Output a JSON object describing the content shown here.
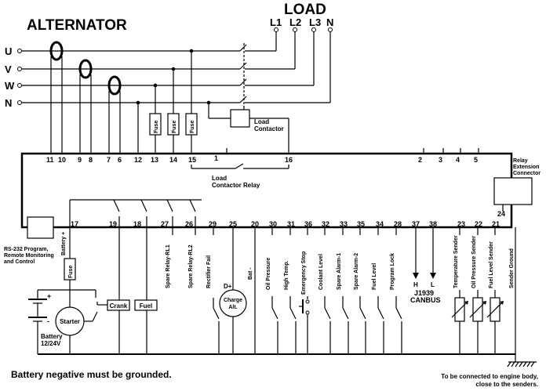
{
  "titles": {
    "alternator": "ALTERNATOR",
    "load": "LOAD"
  },
  "load": [
    "L1",
    "L2",
    "L3",
    "N"
  ],
  "phases": [
    "U",
    "V",
    "W",
    "N"
  ],
  "fuses": {
    "f1": "Fuse",
    "f2": "Fuse",
    "f3": "Fuse",
    "f4": "Fuse"
  },
  "top_terminals": [
    "11",
    "10",
    "9",
    "8",
    "7",
    "6",
    "12",
    "13",
    "14",
    "15",
    "16",
    "2",
    "3",
    "4",
    "5"
  ],
  "bottom_terminals": [
    "17",
    "19",
    "18",
    "27",
    "26",
    "29",
    "25",
    "20",
    "30",
    "31",
    "36",
    "32",
    "33",
    "35",
    "34",
    "28",
    "37",
    "38",
    "23",
    "22",
    "21"
  ],
  "labels": {
    "load_contactor_1": "Load",
    "load_contactor_2": "Contactor",
    "relay_terminal": "1",
    "load_contactor_relay_1": "Load",
    "load_contactor_relay_2": "Contactor Relay",
    "rs232_1": "RS-232 Program,",
    "rs232_2": "Remote Monitoring",
    "rs232_3": "and Control",
    "relay_ext_1": "Relay",
    "relay_ext_2": "Extension",
    "relay_ext_3": "Connector",
    "t24": "24",
    "battery_plus": "Battery +",
    "plus": "+",
    "minus": "-",
    "battery_1": "Battery",
    "battery_2": "12/24V",
    "starter": "Starter",
    "crank": "Crank",
    "fuel": "Fuel",
    "spare_relay_1": "Spare Relay-RL1",
    "spare_relay_2": "Spare Relay-RL2",
    "rectifier_fail": "Rectifier Fail",
    "charge_1": "Charge",
    "charge_2": "Alt.",
    "d_plus": "D+",
    "bat_minus": "Bat -",
    "can_h": "H",
    "can_l": "L",
    "j1939": "J1939",
    "canbus": "CANBUS"
  },
  "inputs": {
    "oil_pressure": "Oil Pressure",
    "high_temp": "High Temp.",
    "emergency_stop": "Emergency Stop",
    "coolant_level": "Coolant Level",
    "spare_alarm_1": "Spare Alarm-1",
    "spare_alarm_2": "Spare Alarm-2",
    "fuel_level": "Fuel Level",
    "program_lock": "Program Lock"
  },
  "senders": {
    "temperature": "Temperature Sender",
    "oil_pressure": "Oil Pressure Sender",
    "fuel_level": "Fuel Level Sender",
    "ground": "Sender Ground"
  },
  "notes": {
    "battery_ground": "Battery negative must be grounded.",
    "engine_body_1": "To be connected to engine body,",
    "engine_body_2": "close to the senders."
  }
}
